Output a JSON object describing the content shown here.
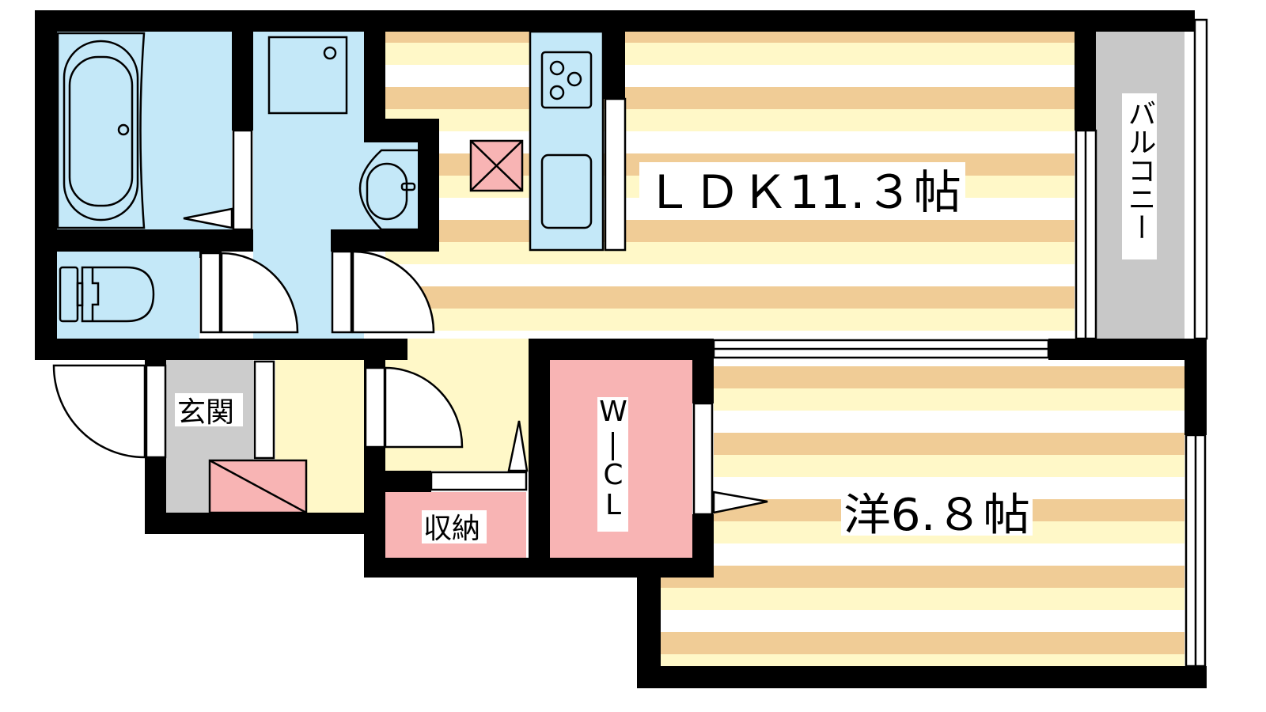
{
  "rooms": {
    "ldk": "ＬＤＫ11.３帖",
    "western": "洋6.８帖",
    "balcony": "バルコニー",
    "entrance": "玄関",
    "storage": "収納",
    "wic": [
      "W",
      "I",
      "C",
      "L"
    ]
  },
  "colors": {
    "wet_area": "#C4E8F8",
    "floor_tan": "#F0CC96",
    "floor_yellow": "#FFF8C8",
    "closet_pink": "#F8B4B4",
    "balcony_gray": "#C8C8C8",
    "wall": "#000000"
  }
}
